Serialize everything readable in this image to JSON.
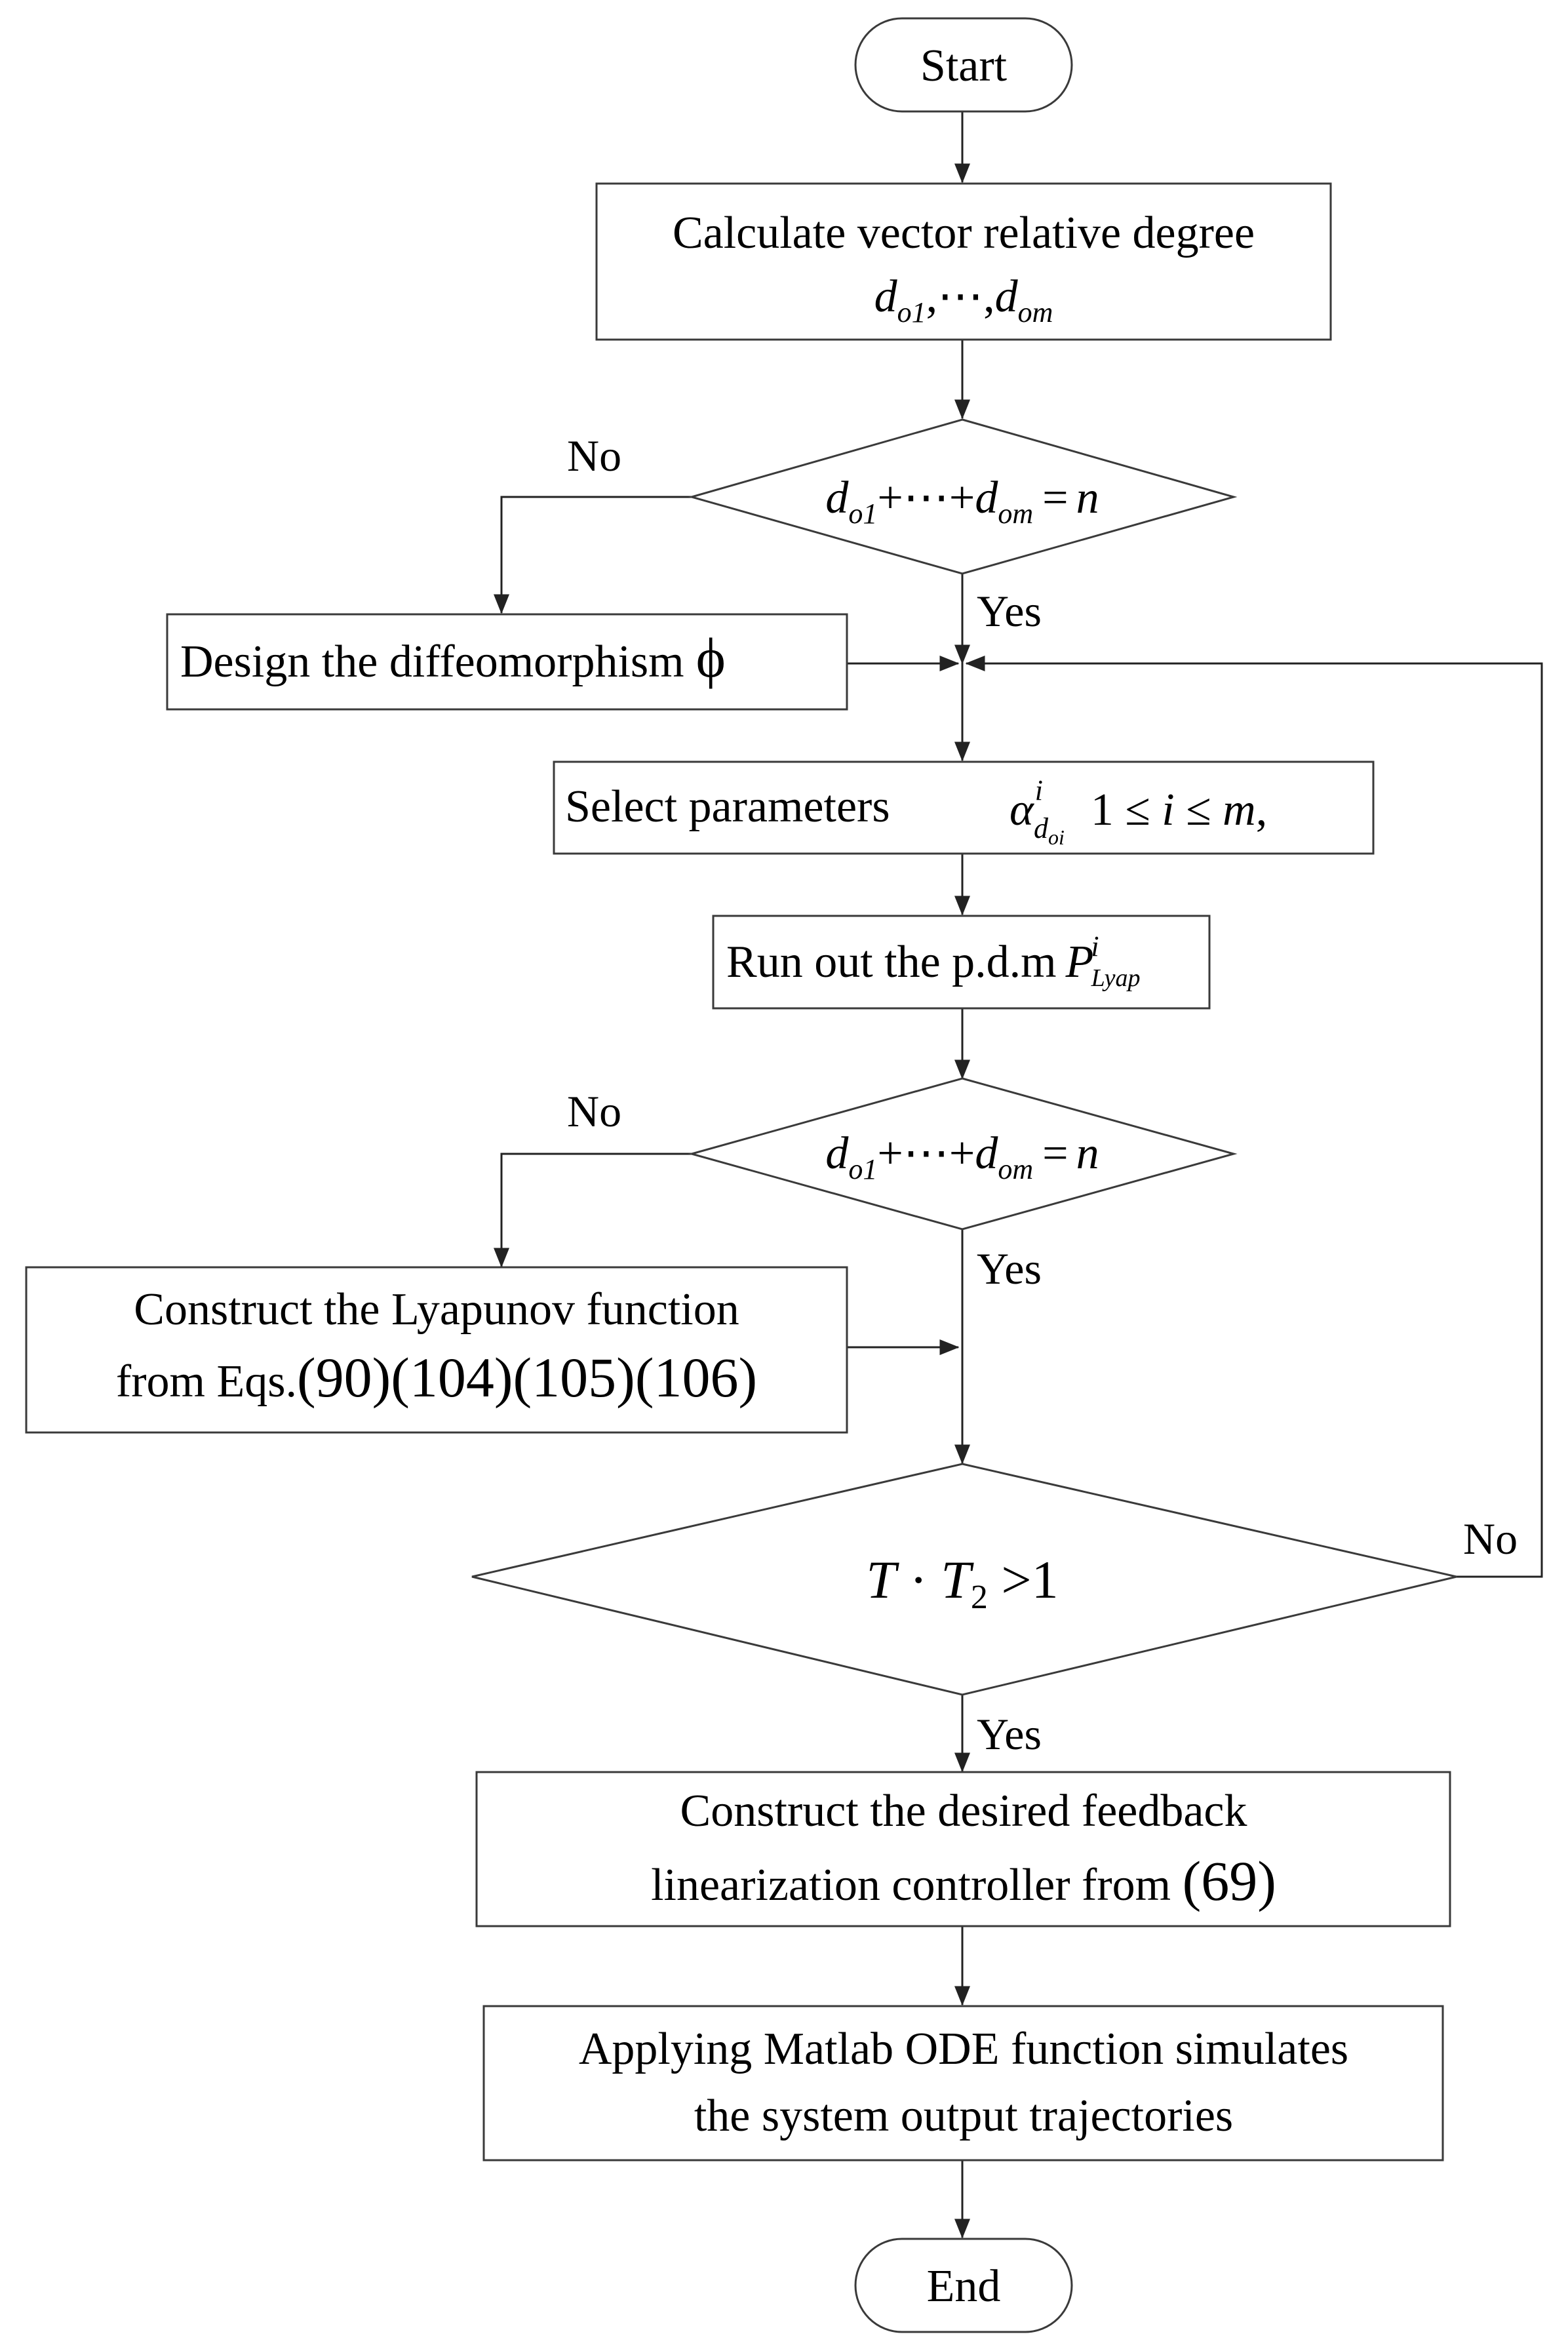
{
  "nodes": {
    "start": "Start",
    "calc_title": "Calculate vector relative degree",
    "calc_math": {
      "d": "d",
      "sub_first": "o1",
      "sep": ",⋯,",
      "sub_last": "om"
    },
    "dec1": {
      "d": "d",
      "sub_first": "o1",
      "plus": "+⋯+",
      "sub_last": "om",
      "eq": "=",
      "n": "n"
    },
    "diffeo_text": "Design the diffeomorphism",
    "diffeo_symbol": "ϕ",
    "select_text": "Select parameters",
    "select_math": {
      "alpha": "α",
      "sup": "i",
      "sub_d": "d",
      "sub_oi": "oi",
      "range": "1 ≤ ",
      "i": "i",
      "le": " ≤ ",
      "m": "m",
      "comma": ","
    },
    "run_text": "Run out the p.d.m",
    "run_math": {
      "P": "P",
      "sup": "i",
      "sub": "Lyap"
    },
    "dec2": {
      "d": "d",
      "sub_first": "o1",
      "plus": "+⋯+",
      "sub_last": "om",
      "eq": "=",
      "n": "n"
    },
    "lyap_line1": "Construct the Lyapunov function",
    "lyap_line2_pre": "from Eqs.",
    "lyap_line2_refs": "(90)(104)(105)(106)",
    "dec3": {
      "T": "T",
      "dot": " · ",
      "T2": "T",
      "sub2": "2",
      "gt": " >1"
    },
    "controller_line1": "Construct the desired feedback",
    "controller_line2_pre": "linearization controller from ",
    "controller_line2_ref": "(69)",
    "matlab_line1": "Applying Matlab ODE function simulates",
    "matlab_line2": "the system output trajectories",
    "end": "End"
  },
  "edge_labels": {
    "dec1_no": "No",
    "dec1_yes": "Yes",
    "dec2_no": "No",
    "dec2_yes": "Yes",
    "dec3_no": "No",
    "dec3_yes": "Yes"
  }
}
